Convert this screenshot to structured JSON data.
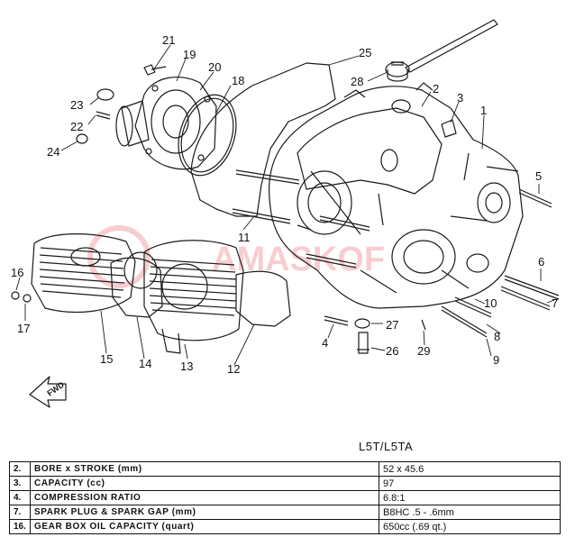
{
  "callouts": [
    {
      "id": "p21",
      "text": "21"
    },
    {
      "id": "p19",
      "text": "19"
    },
    {
      "id": "p20",
      "text": "20"
    },
    {
      "id": "p18",
      "text": "18"
    },
    {
      "id": "p25",
      "text": "25"
    },
    {
      "id": "p28",
      "text": "28"
    },
    {
      "id": "p2",
      "text": "2"
    },
    {
      "id": "p3",
      "text": "3"
    },
    {
      "id": "p23",
      "text": "23"
    },
    {
      "id": "p22",
      "text": "22"
    },
    {
      "id": "p24",
      "text": "24"
    },
    {
      "id": "p1",
      "text": "1"
    },
    {
      "id": "p5",
      "text": "5"
    },
    {
      "id": "p11",
      "text": "11"
    },
    {
      "id": "p6",
      "text": "6"
    },
    {
      "id": "p7",
      "text": "7"
    },
    {
      "id": "p10",
      "text": "10"
    },
    {
      "id": "p16",
      "text": "16"
    },
    {
      "id": "p17",
      "text": "17"
    },
    {
      "id": "p15",
      "text": "15"
    },
    {
      "id": "p14",
      "text": "14"
    },
    {
      "id": "p13",
      "text": "13"
    },
    {
      "id": "p12",
      "text": "12"
    },
    {
      "id": "p4",
      "text": "4"
    },
    {
      "id": "p27",
      "text": "27"
    },
    {
      "id": "p26",
      "text": "26"
    },
    {
      "id": "p29",
      "text": "29"
    },
    {
      "id": "p8",
      "text": "8"
    },
    {
      "id": "p9",
      "text": "9"
    }
  ],
  "fwd_label": "FWD",
  "watermark": "AMASKOF",
  "model": "L5T/L5TA",
  "specs": [
    {
      "num": "2.",
      "label": "BORE x STROKE (mm)",
      "value": "52 x 45.6"
    },
    {
      "num": "3.",
      "label": "CAPACITY (cc)",
      "value": "97"
    },
    {
      "num": "4.",
      "label": "COMPRESSION RATIO",
      "value": "6.8:1"
    },
    {
      "num": "7.",
      "label": "SPARK PLUG & SPARK GAP (mm)",
      "value": "B8HC  .5 - .6mm"
    },
    {
      "num": "16.",
      "label": "GEAR BOX OIL CAPACITY (quart)",
      "value": "650cc (.69 qt.)"
    }
  ]
}
